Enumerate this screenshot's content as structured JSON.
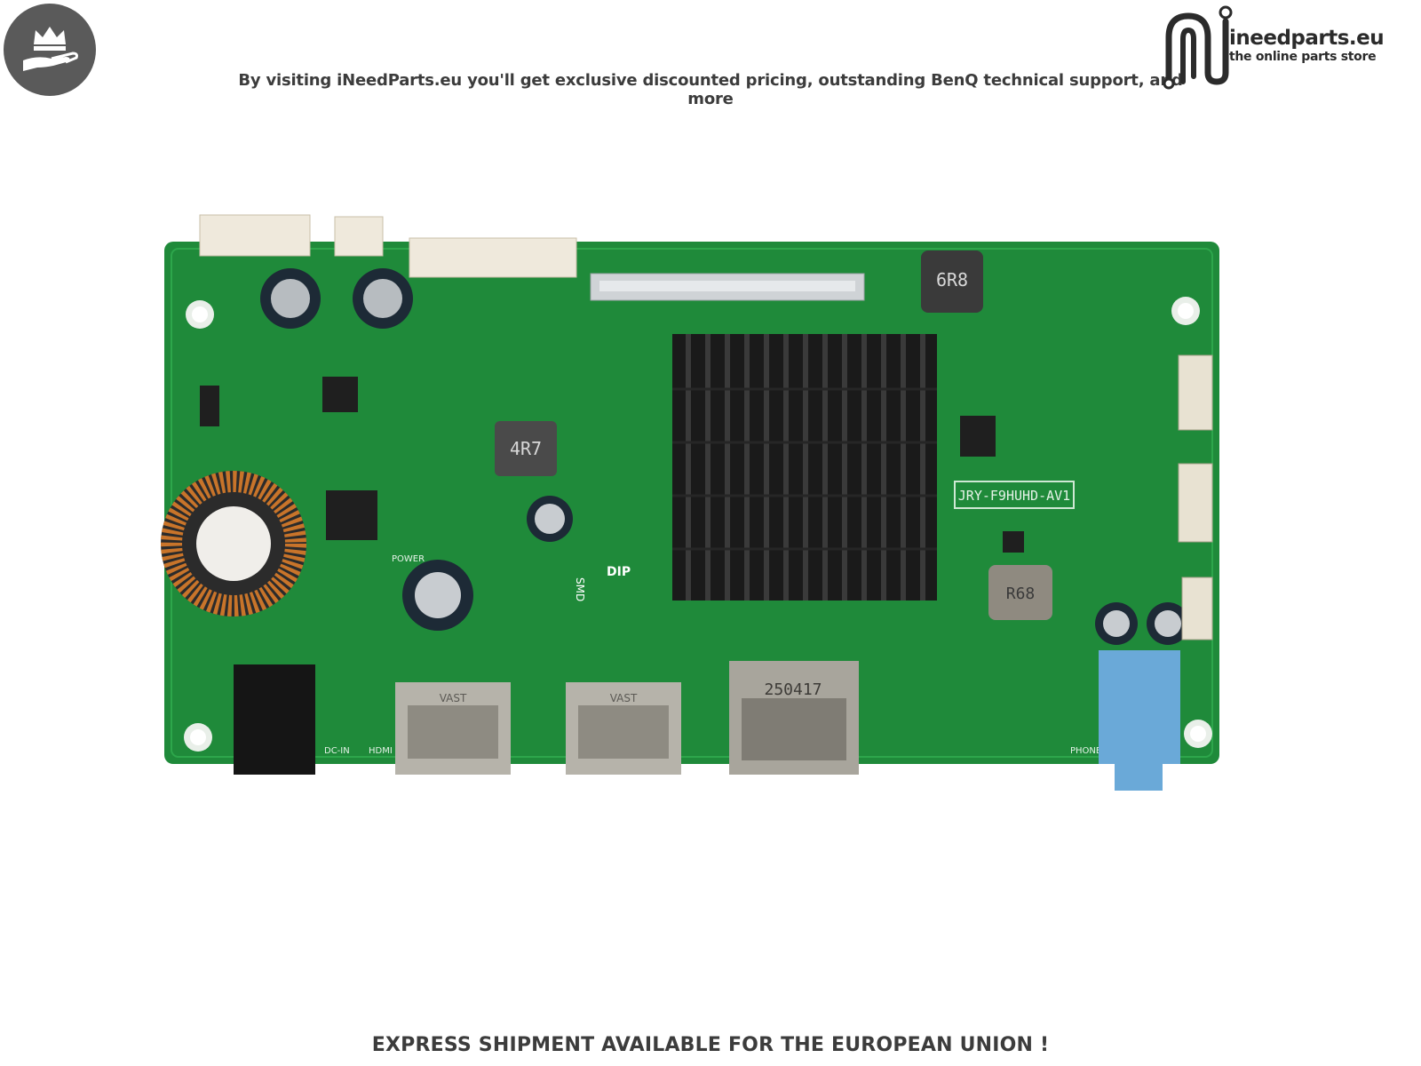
{
  "header": {
    "tagline": "By visiting iNeedParts.eu you'll get exclusive discounted pricing, outstanding BenQ technical support, and more",
    "brand_name": "ineedparts.eu",
    "brand_sub": "the online parts store"
  },
  "board": {
    "model_label": "JRY-F9HUHD-AV1",
    "inductor_left": "4R7",
    "inductor_top": "6R8",
    "inductor_right": "R68",
    "dp_code": "250417",
    "silk_power": "POWER",
    "silk_smd": "SMD",
    "silk_dip": "DIP",
    "silk_dcin": "DC-IN",
    "silk_hdmi": "HDMI",
    "silk_phone": "PHONE",
    "port_brand": "VAST"
  },
  "footer": {
    "text": "EXPRESS SHIPMENT AVAILABLE FOR THE EUROPEAN UNION !"
  },
  "colors": {
    "pcb": "#1f8a3a",
    "heatsink": "#1a1a1a",
    "badge": "#5a5a5a",
    "audio_jack": "#6aa9d8"
  }
}
